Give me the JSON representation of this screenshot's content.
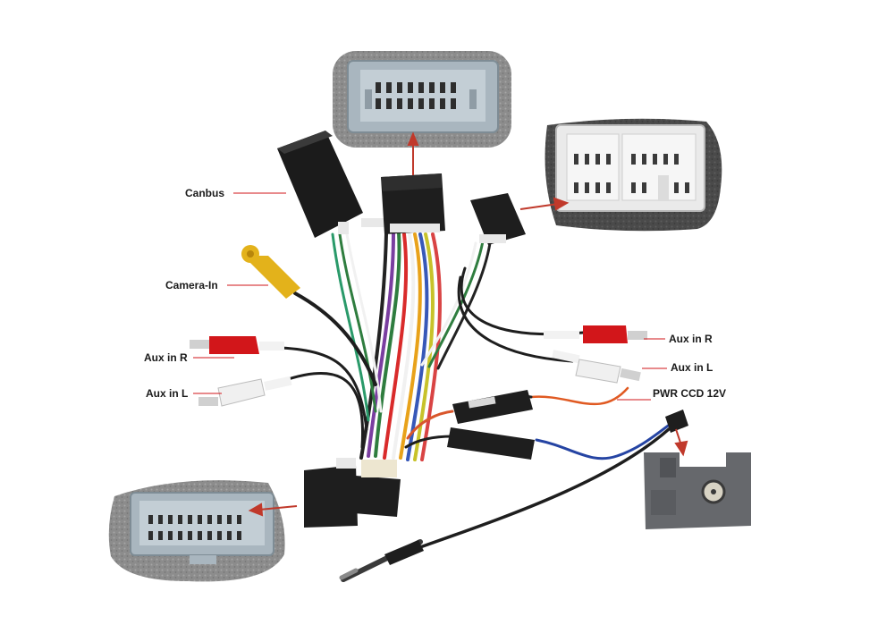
{
  "labels": {
    "canbus": "Canbus",
    "camera_in": "Camera-In",
    "aux_in_r_left": "Aux in R",
    "aux_in_l_left": "Aux in L",
    "aux_in_r_right": "Aux in R",
    "aux_in_l_right": "Aux in L",
    "pwr_ccd": "PWR CCD 12V"
  },
  "colors": {
    "pointer": "#c0392b",
    "connector_gray": "#a9b6bf",
    "foam": "#8f8f8f",
    "black": "#1b1b1b",
    "rca_red": "#d2161a",
    "rca_white": "#f2f2f2",
    "rca_yellow": "#e3b21b"
  }
}
